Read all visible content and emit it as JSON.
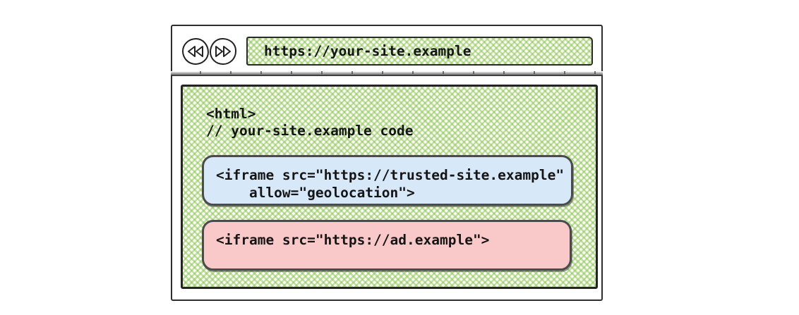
{
  "browser": {
    "url": "https://your-site.example",
    "back_label": "back",
    "forward_label": "forward"
  },
  "page_code": {
    "line1": "<html>",
    "line2": "// your-site.example code"
  },
  "trusted_iframe": {
    "line1": "<iframe src=\"https://trusted-site.example\"",
    "line2": "    allow=\"geolocation\">"
  },
  "ad_iframe": {
    "line1": "<iframe src=\"https://ad.example\">"
  },
  "colors": {
    "hatch_green": "#8dc650",
    "trusted_box_bg": "#d7e8f9",
    "ad_box_bg": "#f9c9c9",
    "ink": "#222222"
  }
}
